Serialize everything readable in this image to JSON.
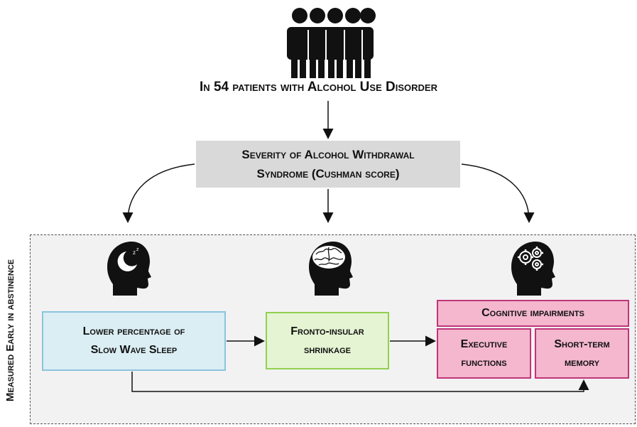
{
  "title": "In 54 patients with Alcohol Use Disorder",
  "severity": {
    "line1": "Severity of Alcohol Withdrawal",
    "line2": "Syndrome (Cushman score)"
  },
  "side_label": "Measured Early in abstinence",
  "boxes": {
    "sws": {
      "line1": "Lower percentage of",
      "line2": "Slow Wave Sleep"
    },
    "fronto_insular": {
      "line1": "Fronto-insular",
      "line2": "shrinkage"
    },
    "cognitive": "Cognitive impairments",
    "executive": {
      "line1": "Executive",
      "line2": "functions"
    },
    "short_term": {
      "line1": "Short-term",
      "line2": "memory"
    }
  },
  "colors": {
    "blue_fill": "#dbeef4",
    "blue_border": "#8cc4dd",
    "green_fill": "#e5f4d3",
    "green_border": "#92d050",
    "pink_fill": "#f4b7cd",
    "pink_border": "#c0357a",
    "grey_box": "#d9d9d9",
    "panel": "#f2f2f2"
  },
  "icons": [
    "people-group-icon",
    "sleeping-head-icon",
    "brain-head-icon",
    "gears-head-icon"
  ]
}
